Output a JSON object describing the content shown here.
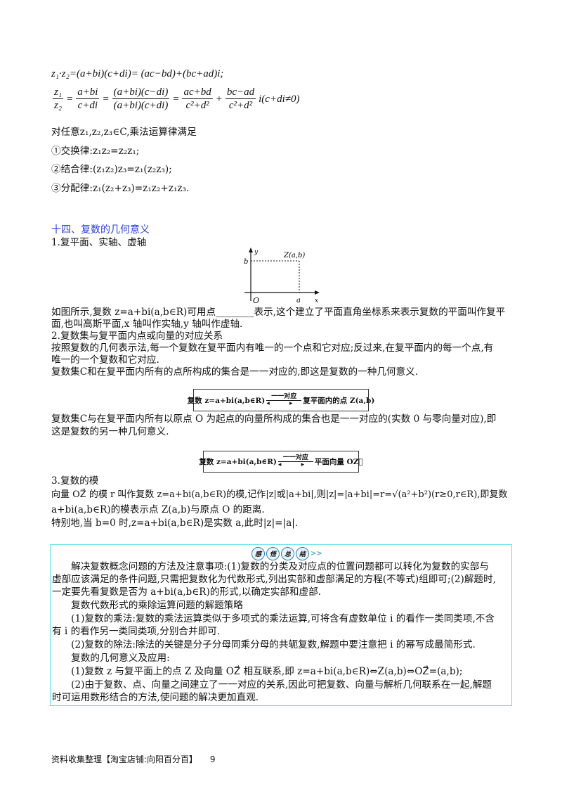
{
  "formulas": {
    "mult": "z₁·z₂=(a+bi)(c+di)= (ac−bd)+(bc+ad)i;",
    "div_lhs_num": "z₁",
    "div_lhs_den": "z₂",
    "div_f1_num": "a+bi",
    "div_f1_den": "c+di",
    "div_f2_num": "(a+bi)(c−di)",
    "div_f2_den": "(a+bi)(c+di)",
    "div_f3_num": "ac+bd",
    "div_f3_den": "c²+d²",
    "div_f4_num": "bc−ad",
    "div_f4_den": "c²+d²",
    "div_tail": "i(c+di≠0)",
    "any": "对任意z₁,z₂,z₃∈C,乘法运算律满足",
    "law1": "①交换律:z₁z₂=z₂z₁;",
    "law2": "②结合律:(z₁z₂)z₃=z₁(z₂z₃);",
    "law3": "③分配律:z₁(z₂+z₃)=z₁z₂+z₁z₃."
  },
  "section": {
    "heading": "十四、复数的几何意义",
    "sub1": "1.复平面、实轴、虚轴",
    "diagram": {
      "y": "y",
      "x": "x",
      "b": "b",
      "a": "a",
      "o": "O",
      "point": "Z(a,b)"
    },
    "p1a": "如图所示,复数 z=a+bi(a,b∈R)可用点________表示,这个建立了平面直角坐标系来表示复数的平面叫作复平",
    "p1b": "面,也叫高斯平面,x 轴叫作实轴,y 轴叫作虚轴.",
    "sub2": "2.复数集与复平面内点或向量的对应关系",
    "p2a": "按照复数的几何表示法,每一个复数在复平面内有唯一的一个点和它对应;反过来,在复平面内的每一个点,有",
    "p2b": "唯一的一个复数和它对应.",
    "p3": "复数集C和在复平面内所有的点所构成的集合是一一对应的,即这是复数的一种几何意义.",
    "box1_left": "复数 z=a+bi(a,b∈R)",
    "box1_arrow": "一一对应",
    "box1_right": "复平面内的点 Z(a,b)",
    "p4a": "复数集C与在复平面内所有以原点 O 为起点的向量所构成的集合也是一一对应的(实数 0 与零向量对应),即",
    "p4b": "这是复数的另一种几何意义.",
    "box2_left": "复数 z=a+bi(a,b∈R)",
    "box2_arrow": "一一对应",
    "box2_right": "平面向量 OZ⃗",
    "sub3": "3.复数的模",
    "p5a": "向量 OZ⃗ 的模 r 叫作复数 z=a+bi(a,b∈R)的模,记作|z|或|a+bi|,则|z|=|a+bi|=r=√(a²+b²)(r≥0,r∈R),即复数",
    "p5b": "a+bi(a,b∈R)的模表示点 Z(a,b)与原点 O 的距离.",
    "p6": "特别地,当 b=0 时,z=a+bi(a,b∈R)是实数 a,此时|z|=|a|."
  },
  "summary": {
    "badge": [
      "感",
      "悟",
      "总",
      "结"
    ],
    "badge_arrow": ">>",
    "lines": [
      "　　解决复数概念问题的方法及注意事项:(1)复数的分类及对应点的位置问题都可以转化为复数的实部与",
      "虚部应该满足的条件问题,只需把复数化为代数形式,列出实部和虚部满足的方程(不等式)组即可;(2)解题时,",
      "一定要先看复数是否为 a+bi(a,b∈R)的形式,以确定实部和虚部.",
      "　　复数代数形式的乘除运算问题的解题策略",
      "　　(1)复数的乘法:复数的乘法运算类似于多项式的乘法运算,可将含有虚数单位 i 的看作一类同类项,不含",
      "有 i 的看作另一类同类项,分别合并即可.",
      "　　(2)复数的除法:除法的关键是分子分母同乘分母的共轭复数,解题中要注意把 i 的幂写成最简形式.",
      "　　复数的几何意义及应用:",
      "　　(1)复数 z 与复平面上的点 Z 及向量 OZ⃗ 相互联系,即 z=a+bi(a,b∈R)⇔Z(a,b)⇔OZ⃗=(a,b);",
      "　　(2)由于复数、点、向量之间建立了一一对应的关系,因此可把复数、向量与解析几何联系在一起,解题",
      "时可运用数形结合的方法,使问题的解决更加直观."
    ]
  },
  "footer": {
    "text": "资料收集整理【淘宝店铺:向阳百分百】",
    "page": "9"
  }
}
